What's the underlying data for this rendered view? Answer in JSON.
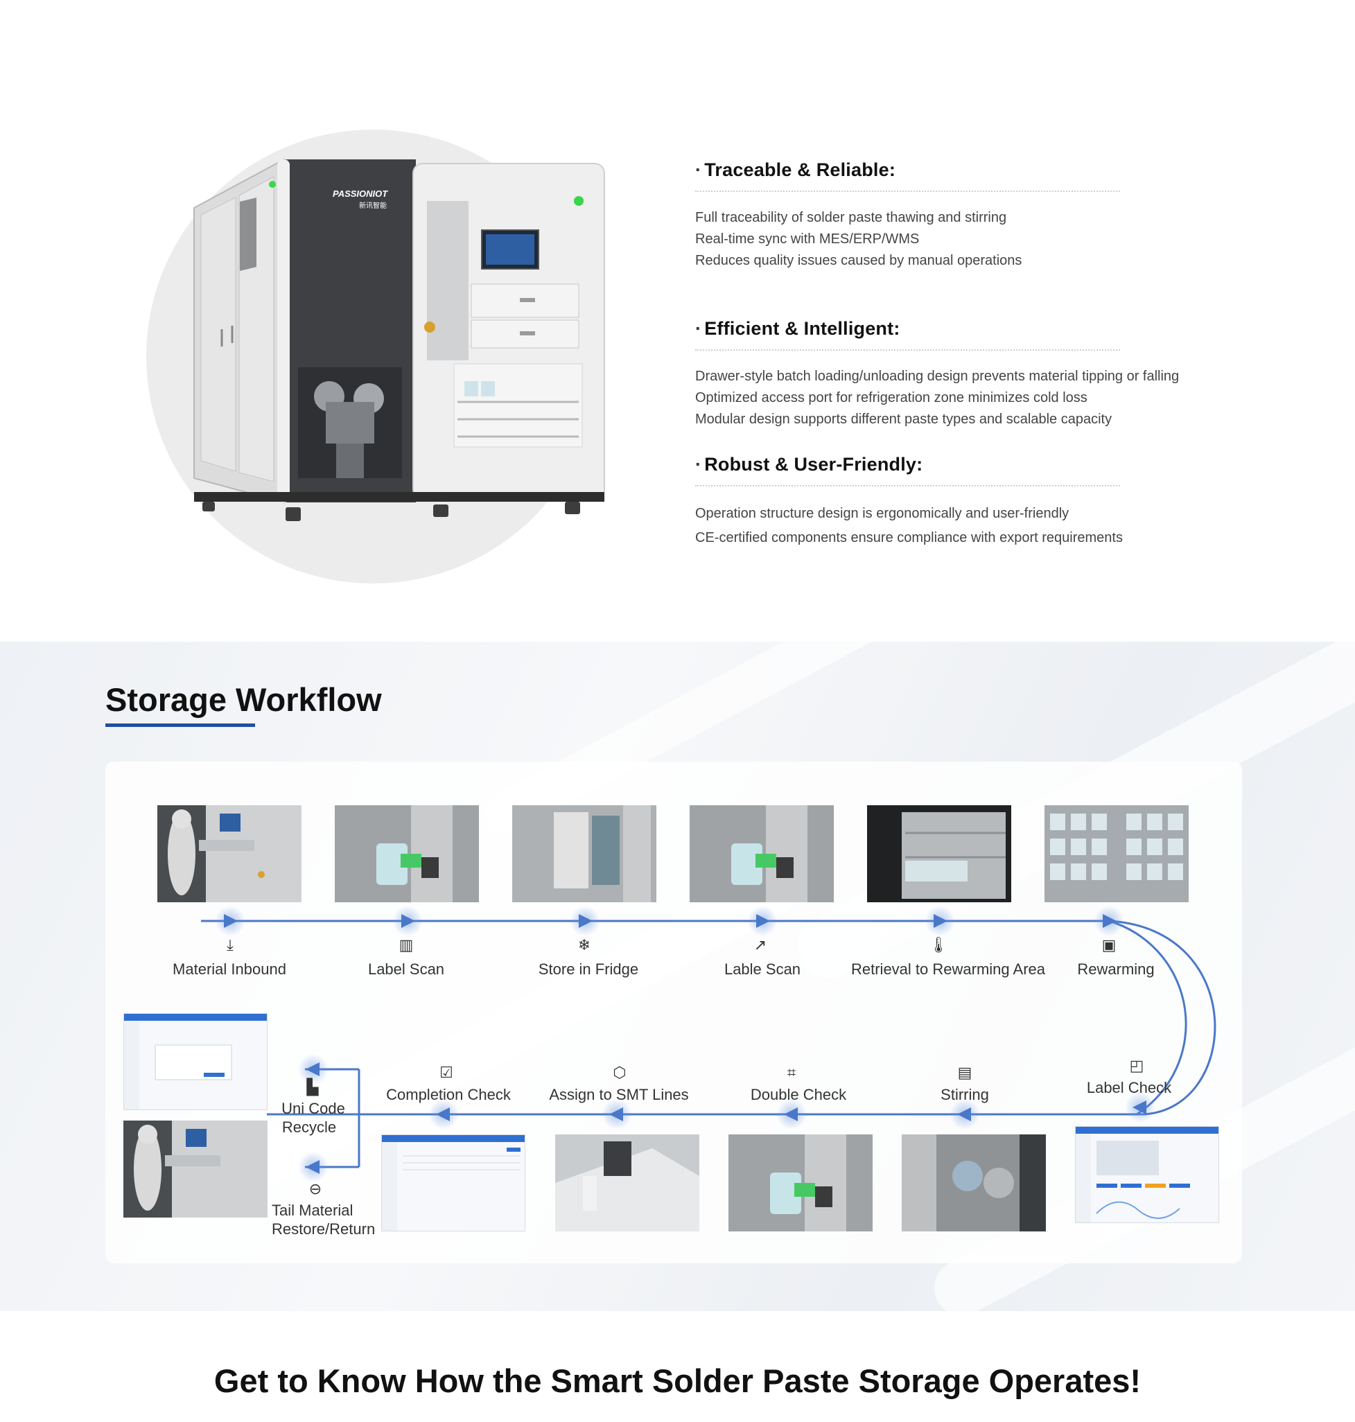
{
  "brand": {
    "logo_text": "PASSIONIOT",
    "logo_subtext": "新讯智能",
    "accent_color": "#1e4fa0",
    "flow_color": "#4a78c9",
    "indicator_color": "#38d64a"
  },
  "features": [
    {
      "title": "Traceable & Reliable:",
      "lines": [
        "Full traceability of solder paste thawing and stirring",
        "Real-time sync with MES/ERP/WMS",
        "Reduces quality issues caused by manual operations"
      ]
    },
    {
      "title": "Efficient & Intelligent:",
      "lines": [
        "Drawer-style batch loading/unloading design prevents material tipping or falling",
        "Optimized access port for refrigeration zone minimizes cold loss",
        "Modular design supports different paste types and scalable capacity"
      ]
    },
    {
      "title": "Robust & User-Friendly:",
      "lines": [
        "Operation structure design is ergonomically and user-friendly",
        "CE-certified components ensure compliance with export requirements"
      ]
    }
  ],
  "workflow": {
    "title": "Storage Workflow",
    "top_steps": [
      {
        "label": "Material Inbound",
        "icon": "download-icon",
        "glyph": "⤓"
      },
      {
        "label": "Label Scan",
        "icon": "barcode-scan-icon",
        "glyph": "▥"
      },
      {
        "label": "Store in Fridge",
        "icon": "snowflake-icon",
        "glyph": "❄"
      },
      {
        "label": "Lable Scan",
        "icon": "external-link-icon",
        "glyph": "↗"
      },
      {
        "label": "Retrieval to Rewarming Area",
        "icon": "thermometer-icon",
        "glyph": "🌡"
      },
      {
        "label": "Rewarming",
        "icon": "heater-icon",
        "glyph": "▣"
      }
    ],
    "bottom_steps": [
      {
        "label": "Label Check",
        "icon": "camera-icon",
        "glyph": "◰"
      },
      {
        "label": "Stirring",
        "icon": "mixer-icon",
        "glyph": "▤"
      },
      {
        "label": "Double Check",
        "icon": "scan-frame-icon",
        "glyph": "⌗"
      },
      {
        "label": "Assign to SMT Lines",
        "icon": "box-icon",
        "glyph": "⬡"
      },
      {
        "label": "Completion Check",
        "icon": "clipboard-check-icon",
        "glyph": "☑"
      }
    ],
    "branch_steps": [
      {
        "label_1": "Uni Code",
        "label_2": "Recycle",
        "icon": "recycle-bin-icon",
        "glyph": "▙"
      },
      {
        "label_1": "Tail Material",
        "label_2": "Restore/Return",
        "icon": "return-arrow-icon",
        "glyph": "⊖"
      }
    ]
  },
  "cta": {
    "title": "Get to Know How the Smart Solder Paste Storage Operates!"
  }
}
